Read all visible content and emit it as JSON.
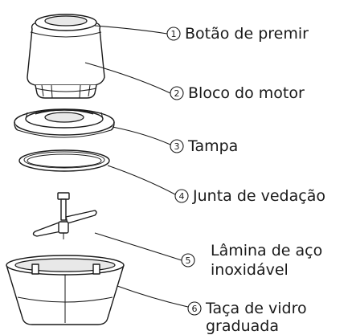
{
  "callouts": [
    {
      "number": "1",
      "label_lines": [
        "Botão de premir"
      ],
      "part": "press-button"
    },
    {
      "number": "2",
      "label_lines": [
        "Bloco do motor"
      ],
      "part": "motor-block"
    },
    {
      "number": "3",
      "label_lines": [
        "Tampa"
      ],
      "part": "lid"
    },
    {
      "number": "4",
      "label_lines": [
        "Junta de vedação"
      ],
      "part": "sealing-gasket"
    },
    {
      "number": "5",
      "label_lines": [
        "Lâmina de aço",
        "inoxidável"
      ],
      "part": "stainless-steel-blade"
    },
    {
      "number": "6",
      "label_lines": [
        "Taça de vidro",
        "graduada"
      ],
      "part": "graduated-glass-bowl"
    }
  ]
}
